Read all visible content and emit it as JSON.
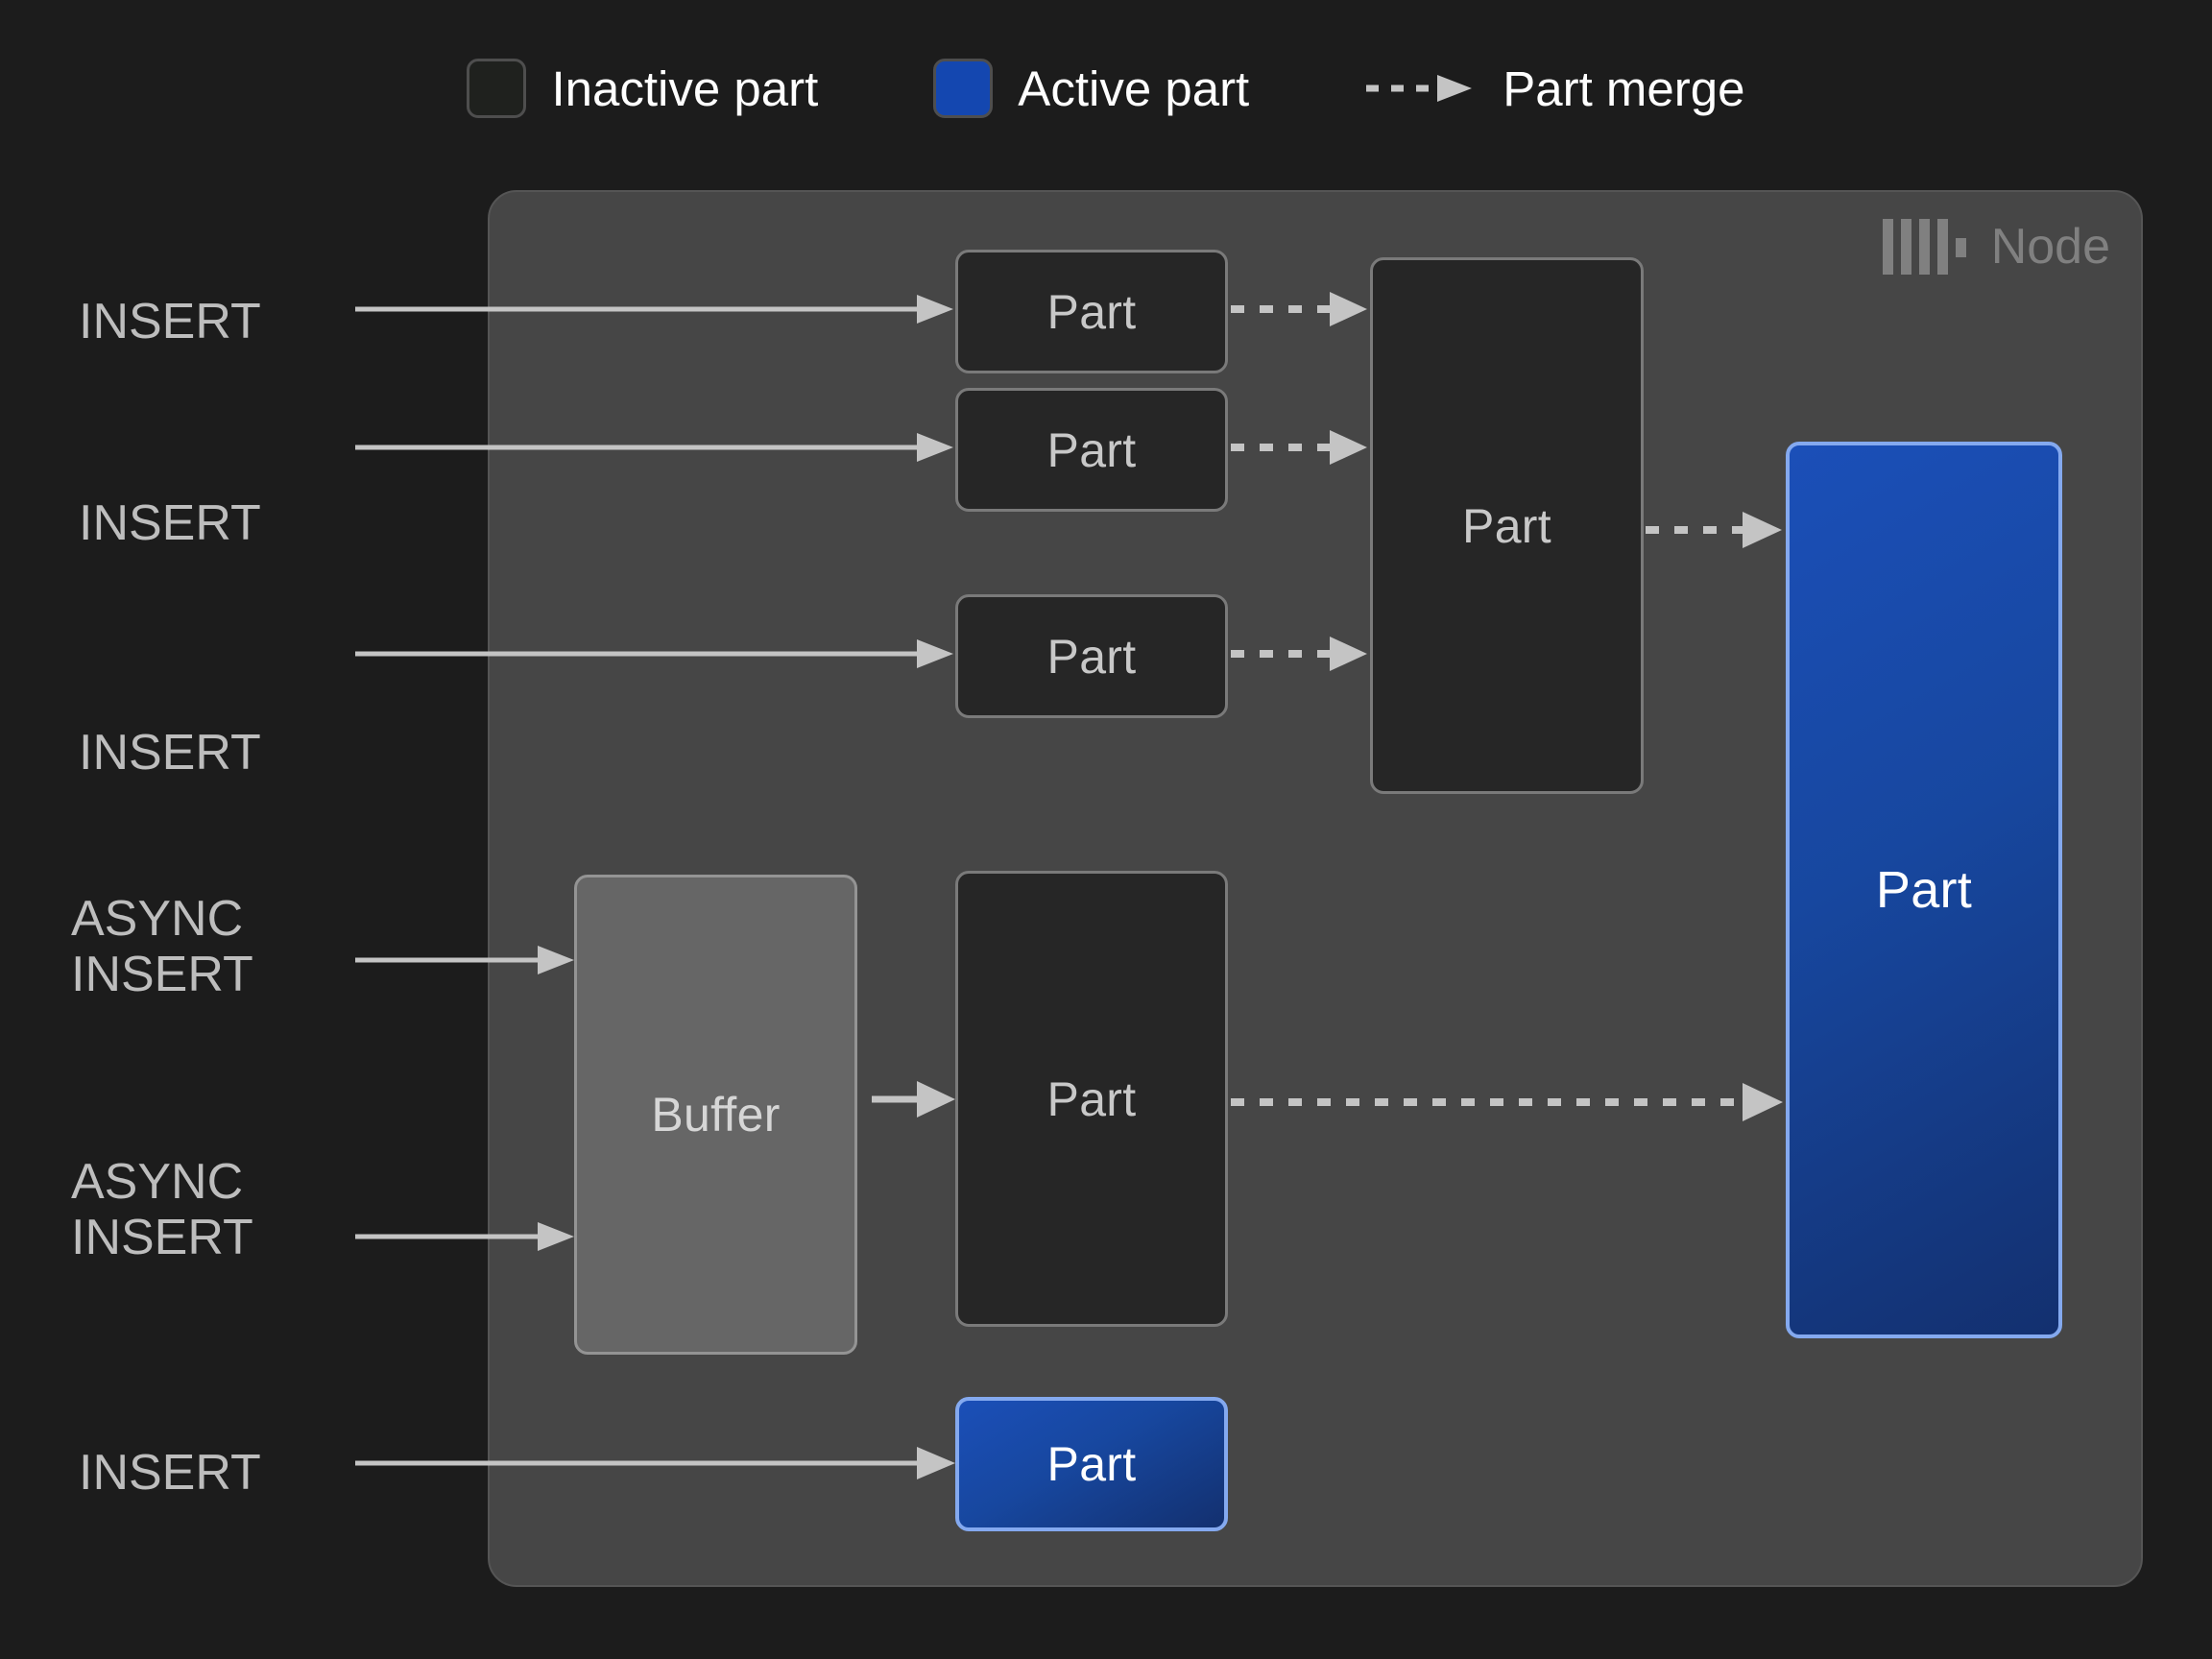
{
  "legend": {
    "items": [
      {
        "icon": "inactive-part-swatch",
        "label": "Inactive part",
        "color": "#1f211e"
      },
      {
        "icon": "active-part-swatch",
        "label": "Active part",
        "color": "#1447b0"
      },
      {
        "icon": "dashed-arrow-icon",
        "label": "Part merge",
        "color": "#c4c4c4"
      }
    ]
  },
  "node": {
    "label": "Node",
    "logo_icon": "clickhouse-logo-icon",
    "panel_color": "#464646"
  },
  "inputs": [
    {
      "id": "insert-1",
      "label": "INSERT"
    },
    {
      "id": "insert-2",
      "label": "INSERT"
    },
    {
      "id": "insert-3",
      "label": "INSERT"
    },
    {
      "id": "async-insert-1",
      "label": "ASYNC\nINSERT"
    },
    {
      "id": "async-insert-2",
      "label": "ASYNC\nINSERT"
    },
    {
      "id": "insert-4",
      "label": "INSERT"
    }
  ],
  "boxes": {
    "column_one": [
      {
        "id": "part-a1",
        "label": "Part",
        "state": "inactive"
      },
      {
        "id": "part-a2",
        "label": "Part",
        "state": "inactive"
      },
      {
        "id": "part-a3",
        "label": "Part",
        "state": "inactive"
      },
      {
        "id": "part-buffered",
        "label": "Part",
        "state": "inactive"
      },
      {
        "id": "part-direct",
        "label": "Part",
        "state": "active"
      }
    ],
    "buffer": {
      "id": "buffer",
      "label": "Buffer",
      "state": "buffer"
    },
    "merged": {
      "id": "part-merged",
      "label": "Part",
      "state": "inactive"
    },
    "final": {
      "id": "part-final",
      "label": "Part",
      "state": "active"
    }
  },
  "colors": {
    "background": "#1c1c1c",
    "panel": "#464646",
    "inactive_fill": "#262626",
    "inactive_border": "#7a7a7a",
    "active_blue": "#1447b0",
    "active_border": "#84a9ef",
    "buffer_fill": "#666666",
    "arrow": "#c4c4c4",
    "text_muted": "#bdbdbd"
  }
}
